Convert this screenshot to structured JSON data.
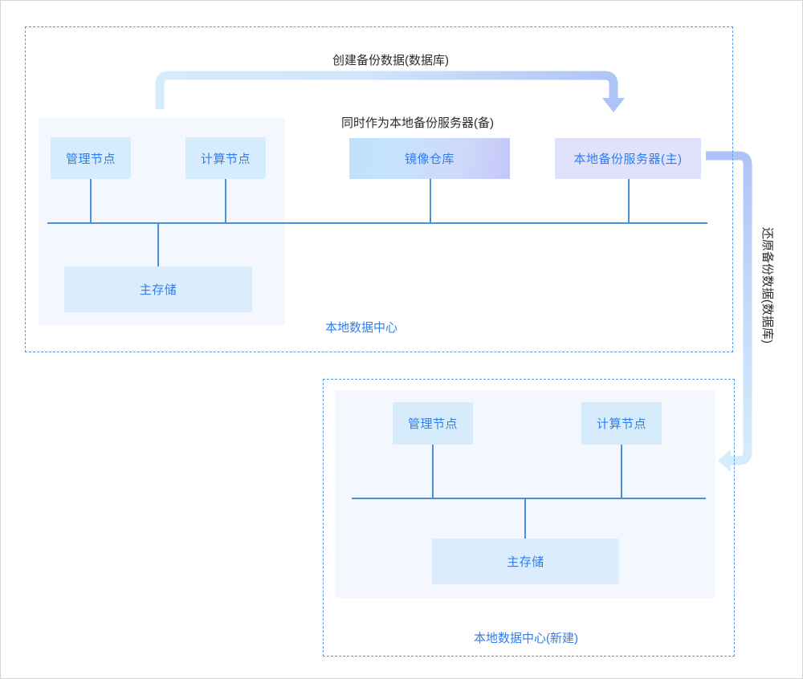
{
  "diagram": {
    "title_annotations": {
      "create_backup": "创建备份数据(数据库)",
      "also_standby": "同时作为本地备份服务器(备)",
      "restore_backup": "还原备份数据(数据库)"
    },
    "regions": [
      {
        "id": "local-dc",
        "caption": "本地数据中心",
        "nodes": [
          {
            "id": "mgmt-node",
            "label": "管理节点",
            "style": "cyan"
          },
          {
            "id": "compute-node",
            "label": "计算节点",
            "style": "cyan"
          },
          {
            "id": "primary-storage",
            "label": "主存储",
            "style": "store"
          },
          {
            "id": "image-repo",
            "label": "镜像仓库",
            "style": "mirror"
          },
          {
            "id": "local-backup-server",
            "label": "本地备份服务器(主)",
            "style": "backup"
          }
        ]
      },
      {
        "id": "local-dc-new",
        "caption": "本地数据中心(新建)",
        "nodes": [
          {
            "id": "mgmt-node-new",
            "label": "管理节点",
            "style": "cyan"
          },
          {
            "id": "compute-node-new",
            "label": "计算节点",
            "style": "cyan"
          },
          {
            "id": "primary-storage-new",
            "label": "主存储",
            "style": "store"
          }
        ]
      }
    ],
    "colors": {
      "region_border": "#4c9bf0",
      "node_text": "#2f7def",
      "annotation_text": "#2b2b2b",
      "connector": "#4a90d9",
      "panel_bg": "#f4f8fe",
      "arrow_light": "#cfe9fc",
      "arrow_deep": "#aec4f6",
      "page_bg": "#ffffff"
    }
  }
}
